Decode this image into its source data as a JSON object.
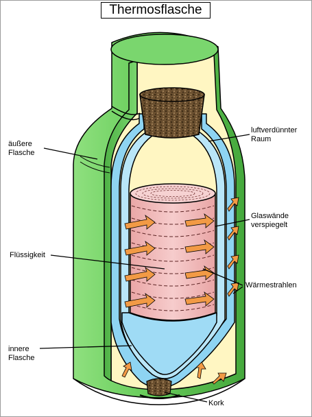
{
  "title": "Thermosflasche",
  "labels": {
    "outer_line1": "äußere",
    "outer_line2": "Flasche",
    "vacuum_line1": "luftverdünnter",
    "vacuum_line2": "Raum",
    "mirror_line1": "Glaswände",
    "mirror_line2": "verspiegelt",
    "liquid": "Flüssigkeit",
    "heat_rays": "Wärmestrahlen",
    "inner_line1": "innere",
    "inner_line2": "Flasche",
    "cork_bottom": "Kork"
  },
  "colors": {
    "outer_green": "#7ad66e",
    "outer_green_dark": "#4fb146",
    "vacuum_cream": "#fff6c2",
    "glass_blue": "#8ed4f2",
    "liquid_pink": "#f2b9b9",
    "arrow_orange": "#f29a45",
    "cork_brown": "#6b5030"
  },
  "icons": {
    "cork": "cork-stopper",
    "heat_arrow": "heat-ray-arrow"
  }
}
